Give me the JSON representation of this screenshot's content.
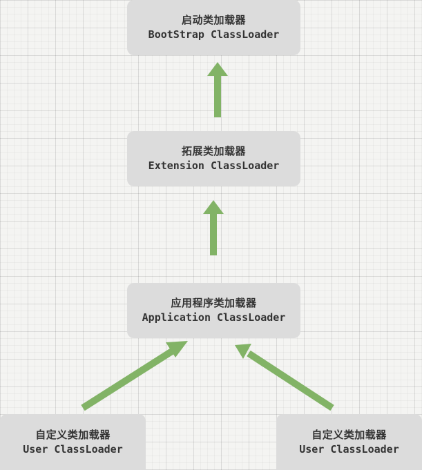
{
  "diagram": {
    "nodes": {
      "bootstrap": {
        "cn": "启动类加载器",
        "en": "BootStrap ClassLoader"
      },
      "extension": {
        "cn": "拓展类加载器",
        "en": "Extension ClassLoader"
      },
      "application": {
        "cn": "应用程序类加载器",
        "en": "Application ClassLoader"
      },
      "user_left": {
        "cn": "自定义类加载器",
        "en": "User ClassLoader"
      },
      "user_right": {
        "cn": "自定义类加载器",
        "en": "User ClassLoader"
      }
    },
    "colors": {
      "node_fill": "#dcdcdc",
      "arrow": "#82b366",
      "text": "#333333",
      "background": "#f4f4f2"
    }
  }
}
